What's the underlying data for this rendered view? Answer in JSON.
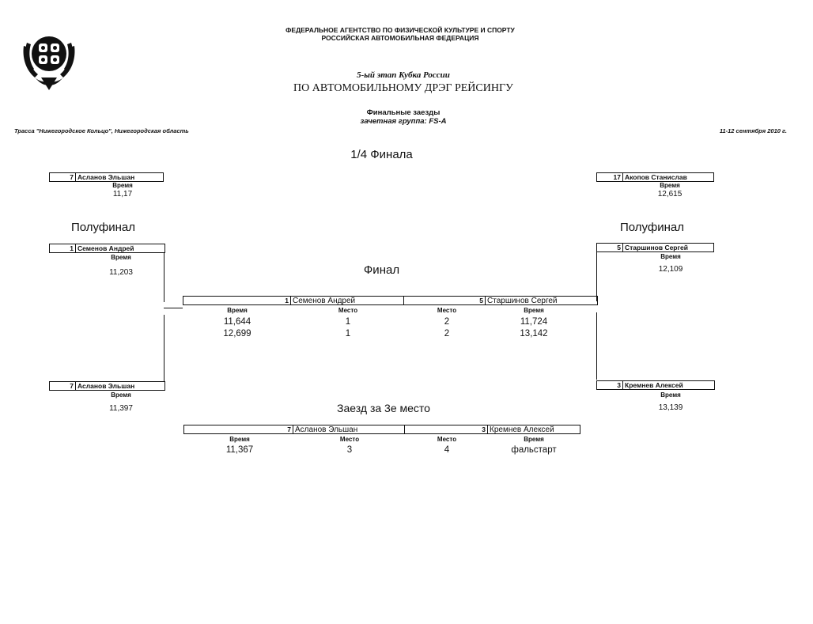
{
  "header": {
    "agency_line1": "ФЕДЕРАЛЬНОЕ АГЕНТСТВО ПО ФИЗИЧЕСКОЙ КУЛЬТУРЕ И СПОРТУ",
    "agency_line2": "РОССИЙСКАЯ АВТОМОБИЛЬНАЯ ФЕДЕРАЦИЯ",
    "stage": "5-ый этап Кубка России",
    "event": "ПО АВТОМОБИЛЬНОМУ ДРЭГ РЕЙСИНГУ",
    "subtitle": "Финальные заезды",
    "group": "зачетная группа: FS-A",
    "track": "Трасса \"Нижегородское Кольцо\", Нижегородская область",
    "date": "11-12 сентября 2010 г."
  },
  "labels": {
    "time": "Время",
    "place": "Место",
    "quarter": "1/4 Финала",
    "semi": "Полуфинал",
    "final": "Финал",
    "third": "Заезд за 3е место"
  },
  "quarter": {
    "left": {
      "num": "7",
      "name": "Асланов Эльшан",
      "time": "11,17"
    },
    "right": {
      "num": "17",
      "name": "Акопов Станислав",
      "time": "12,615"
    }
  },
  "semi_left": {
    "top": {
      "num": "1",
      "name": "Семенов Андрей",
      "time": "11,203"
    },
    "bottom": {
      "num": "7",
      "name": "Асланов Эльшан",
      "time": "11,397"
    }
  },
  "semi_right": {
    "top": {
      "num": "5",
      "name": "Старшинов Сергей",
      "time": "12,109"
    },
    "bottom": {
      "num": "3",
      "name": "Кремнев Алексей",
      "time": "13,139"
    }
  },
  "final": {
    "left": {
      "num": "1",
      "name": "Семенов Андрей"
    },
    "right": {
      "num": "5",
      "name": "Старшинов Сергей"
    },
    "rows": [
      {
        "lt": "11,644",
        "lp": "1",
        "rp": "2",
        "rt": "11,724"
      },
      {
        "lt": "12,699",
        "lp": "1",
        "rp": "2",
        "rt": "13,142"
      }
    ]
  },
  "third": {
    "left": {
      "num": "7",
      "name": "Асланов Эльшан"
    },
    "right": {
      "num": "3",
      "name": "Кремнев Алексей"
    },
    "row": {
      "lt": "11,367",
      "lp": "3",
      "rp": "4",
      "rt": "фальстарт"
    }
  },
  "logo_icon": "emblem-icon"
}
